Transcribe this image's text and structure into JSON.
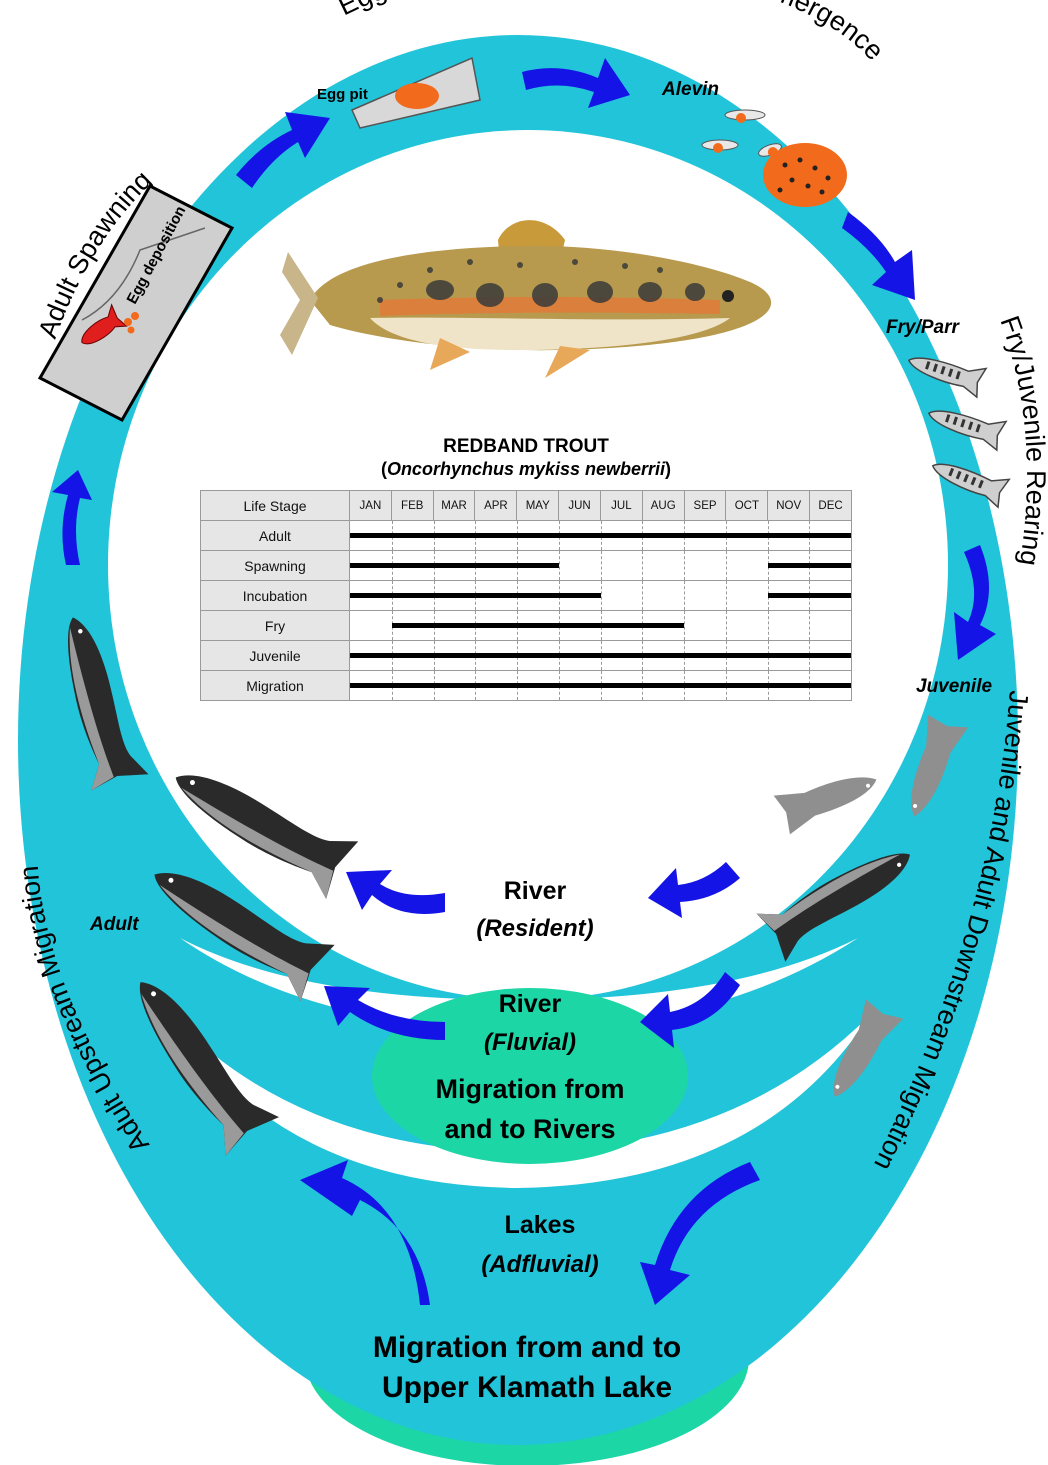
{
  "cycle_labels": {
    "egg_incubation": "Egg Incubation",
    "emergence": "Emergence",
    "fry_juvenile_rearing": "Fry/Juvenile Rearing",
    "juvenile_adult_downstream": "Juvenile and Adult Downstream Migration",
    "adult_upstream": "Adult Upstream Migration",
    "adult_spawning": "Adult Spawning"
  },
  "stage_labels": {
    "egg_pit": "Egg pit",
    "egg_deposition": "Egg deposition",
    "alevin": "Alevin",
    "fry_parr": "Fry/Parr",
    "juvenile": "Juvenile",
    "adult": "Adult"
  },
  "habitats": {
    "resident": {
      "name": "River",
      "type": "(Resident)"
    },
    "fluvial": {
      "name": "River",
      "type": "(Fluvial)",
      "line1": "Migration from",
      "line2": "and to Rivers"
    },
    "adfluvial": {
      "name": "Lakes",
      "type": "(Adfluvial)",
      "line1": "Migration from and to",
      "line2": "Upper Klamath Lake"
    }
  },
  "timeline": {
    "title": "REDBAND TROUT",
    "subtitle_open": "(",
    "subtitle_species": "Oncorhynchus mykiss newberrii",
    "subtitle_close": ")",
    "header_label": "Life Stage",
    "months": [
      "JAN",
      "FEB",
      "MAR",
      "APR",
      "MAY",
      "JUN",
      "JUL",
      "AUG",
      "SEP",
      "OCT",
      "NOV",
      "DEC"
    ]
  },
  "chart_data": {
    "type": "table",
    "months": [
      "JAN",
      "FEB",
      "MAR",
      "APR",
      "MAY",
      "JUN",
      "JUL",
      "AUG",
      "SEP",
      "OCT",
      "NOV",
      "DEC"
    ],
    "rows": [
      {
        "stage": "Adult",
        "periods": [
          [
            0,
            12
          ]
        ]
      },
      {
        "stage": "Spawning",
        "periods": [
          [
            0,
            5
          ],
          [
            10,
            12
          ]
        ]
      },
      {
        "stage": "Incubation",
        "periods": [
          [
            0,
            6
          ],
          [
            10,
            12
          ]
        ]
      },
      {
        "stage": "Fry",
        "periods": [
          [
            1,
            8
          ]
        ]
      },
      {
        "stage": "Juvenile",
        "periods": [
          [
            0,
            12
          ]
        ]
      },
      {
        "stage": "Migration",
        "periods": [
          [
            0,
            12
          ]
        ]
      }
    ],
    "period_units": "month index, start inclusive (0 = JAN) to end exclusive"
  },
  "colors": {
    "ring": "#22c4d9",
    "ellipse": "#1cd6a6",
    "arrow": "#1414e6",
    "fish_dark": "#2a2a2a",
    "fish_light": "#9a9a9a",
    "egg": "#f26a1b",
    "spawner": "#e01e1e"
  }
}
